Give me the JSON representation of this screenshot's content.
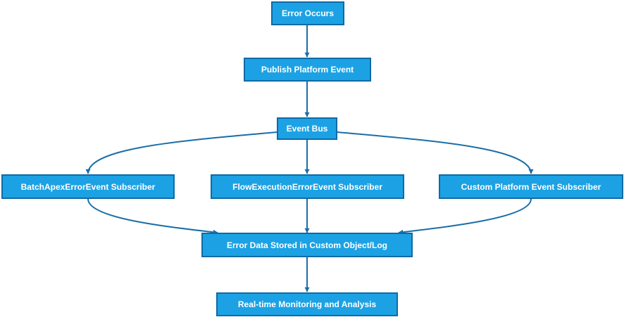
{
  "colors": {
    "node_fill": "#1ca2e4",
    "node_border": "#0f6aa6",
    "node_text": "#ffffff",
    "edge": "#1a6ea6"
  },
  "nodes": {
    "error_occurs": "Error Occurs",
    "publish_event": "Publish Platform Event",
    "event_bus": "Event Bus",
    "batch_subscriber": "BatchApexErrorEvent Subscriber",
    "flow_subscriber": "FlowExecutionErrorEvent Subscriber",
    "custom_subscriber": "Custom Platform Event Subscriber",
    "error_stored": "Error Data Stored in Custom Object/Log",
    "monitoring": "Real-time Monitoring and Analysis"
  }
}
